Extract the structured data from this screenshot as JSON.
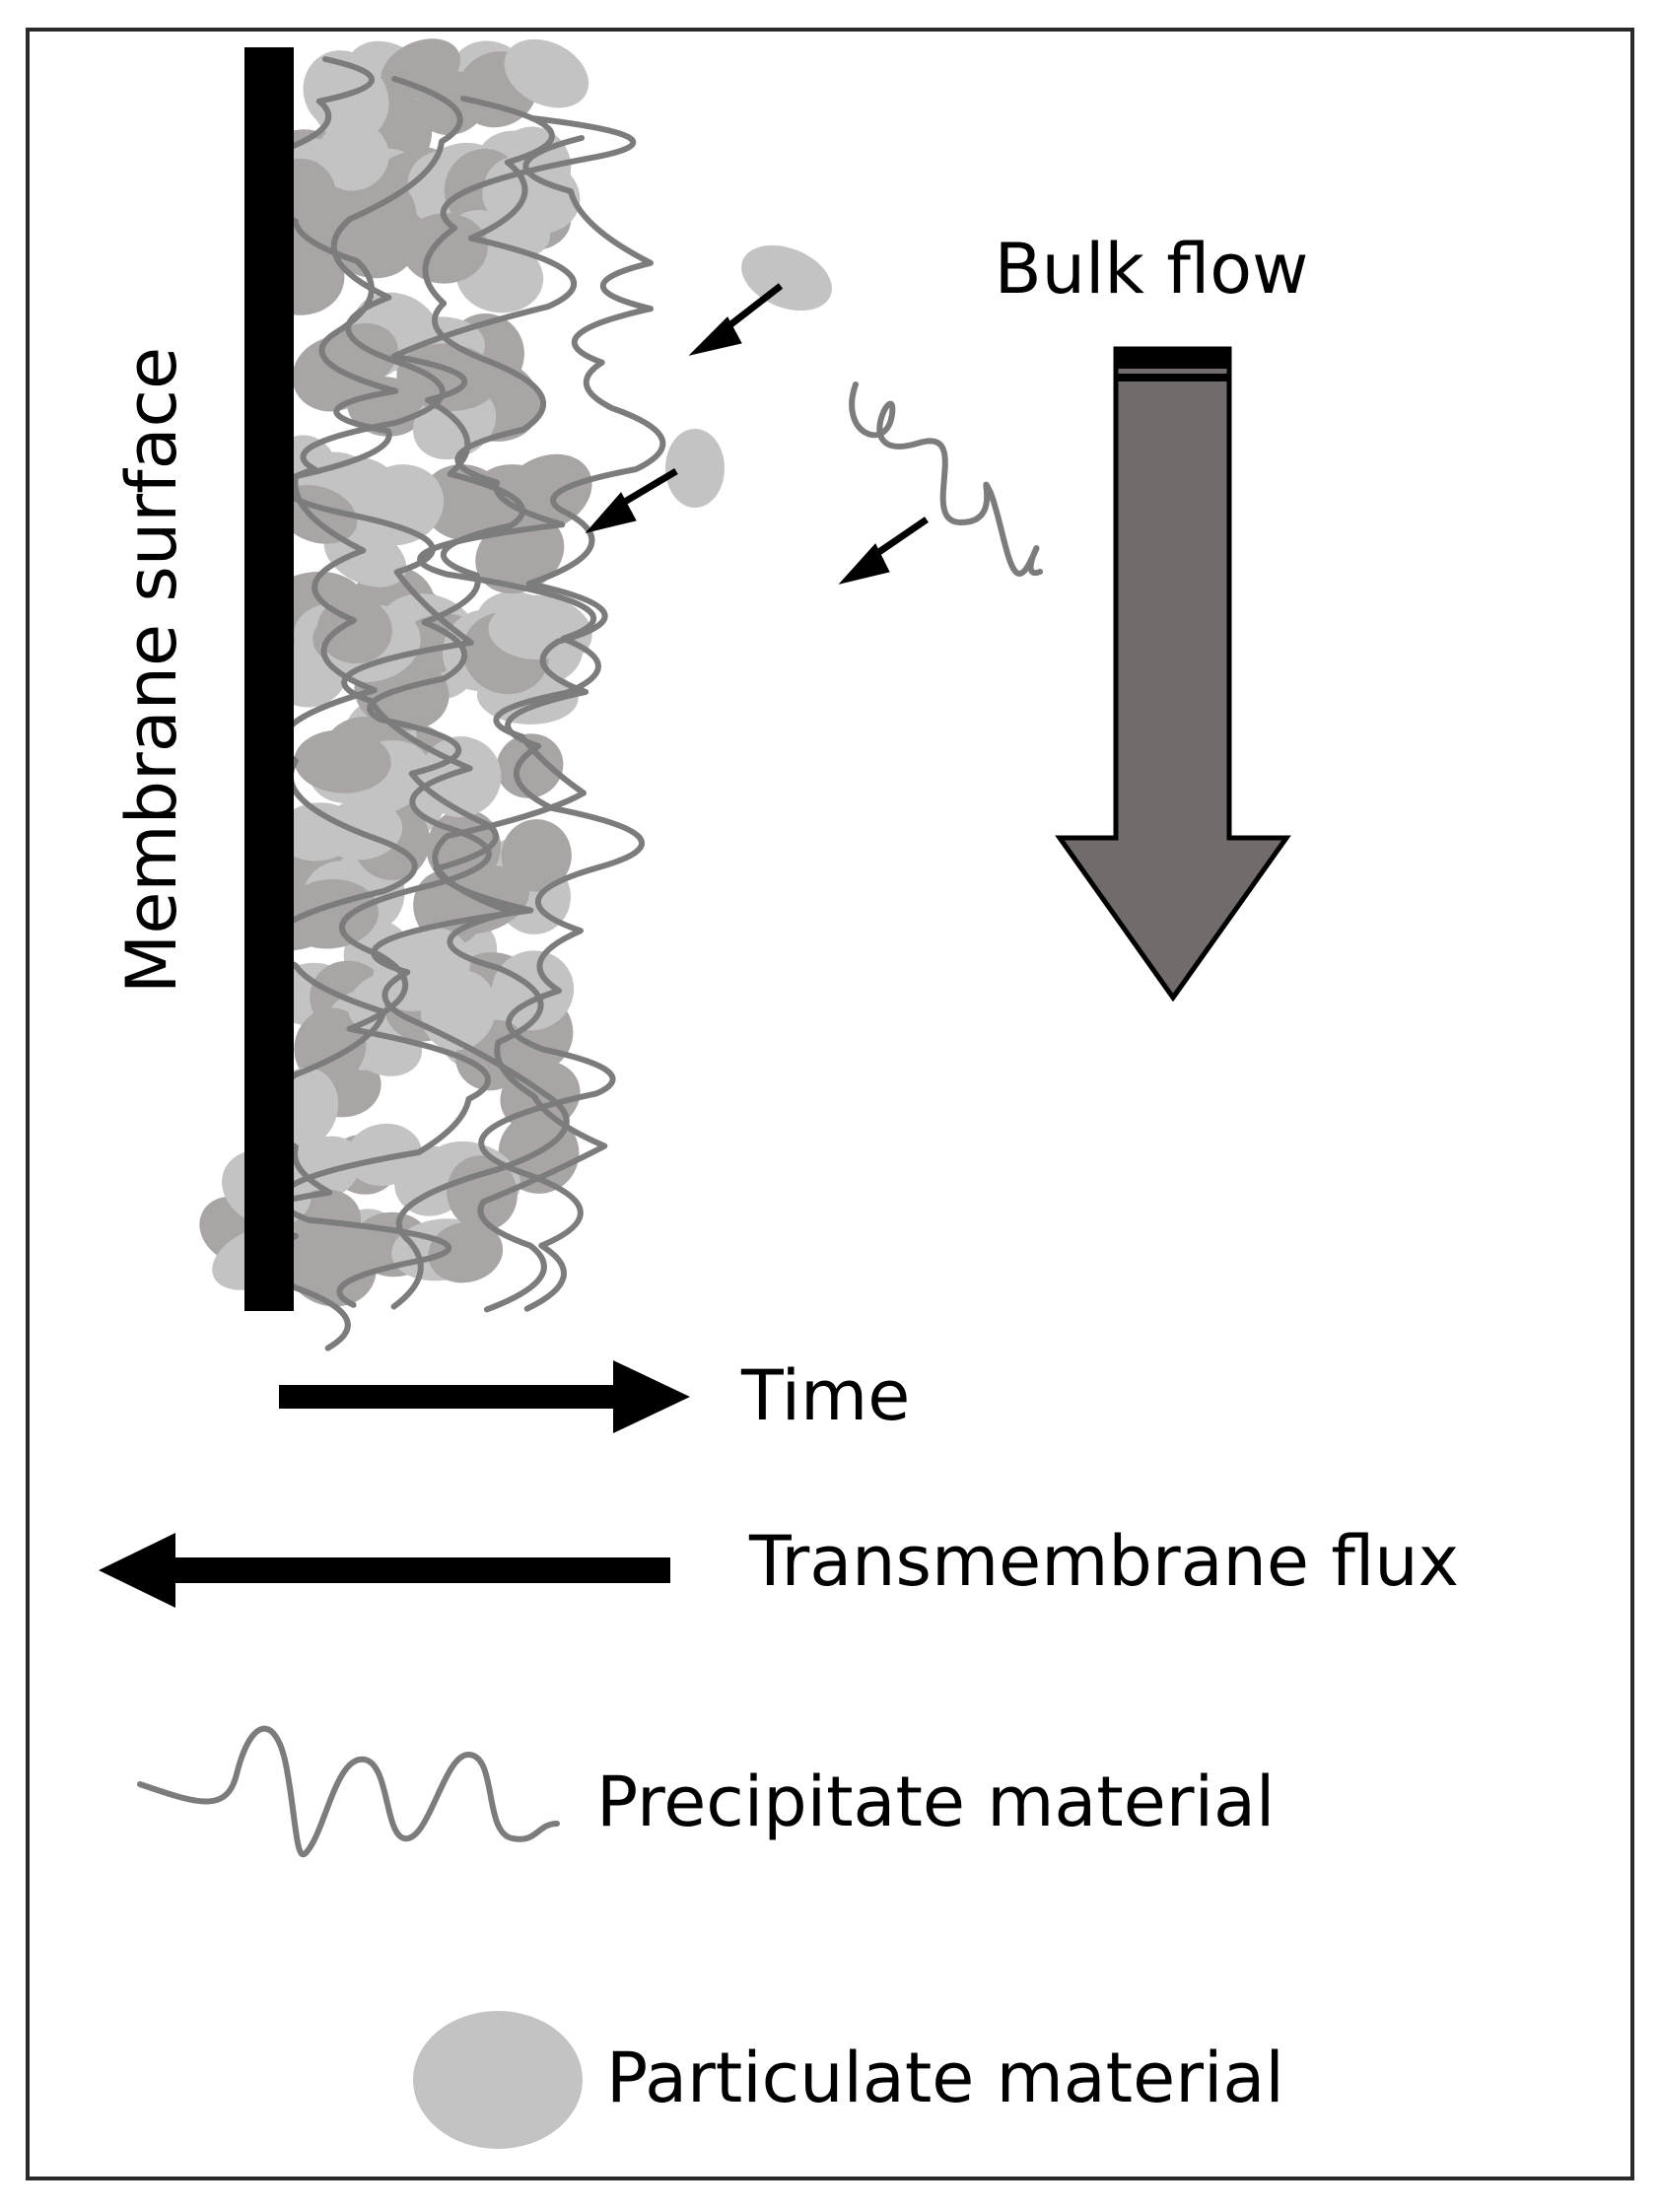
{
  "labels": {
    "membrane_surface": "Membrane surface",
    "bulk_flow": "Bulk flow",
    "time": "Time",
    "transmembrane_flux": "Transmembrane flux"
  },
  "legend": [
    {
      "icon": "wavy-line-icon",
      "label": "Precipitate material"
    },
    {
      "icon": "ellipse-icon",
      "label": "Particulate material"
    }
  ],
  "colors": {
    "membrane": "#000000",
    "particle_dark": "#a9a5a5",
    "particle_light": "#c3c3c3",
    "precipitate_line": "#7c7c7c",
    "bulk_arrow_fill": "#716b6b",
    "arrow_black": "#000000"
  }
}
